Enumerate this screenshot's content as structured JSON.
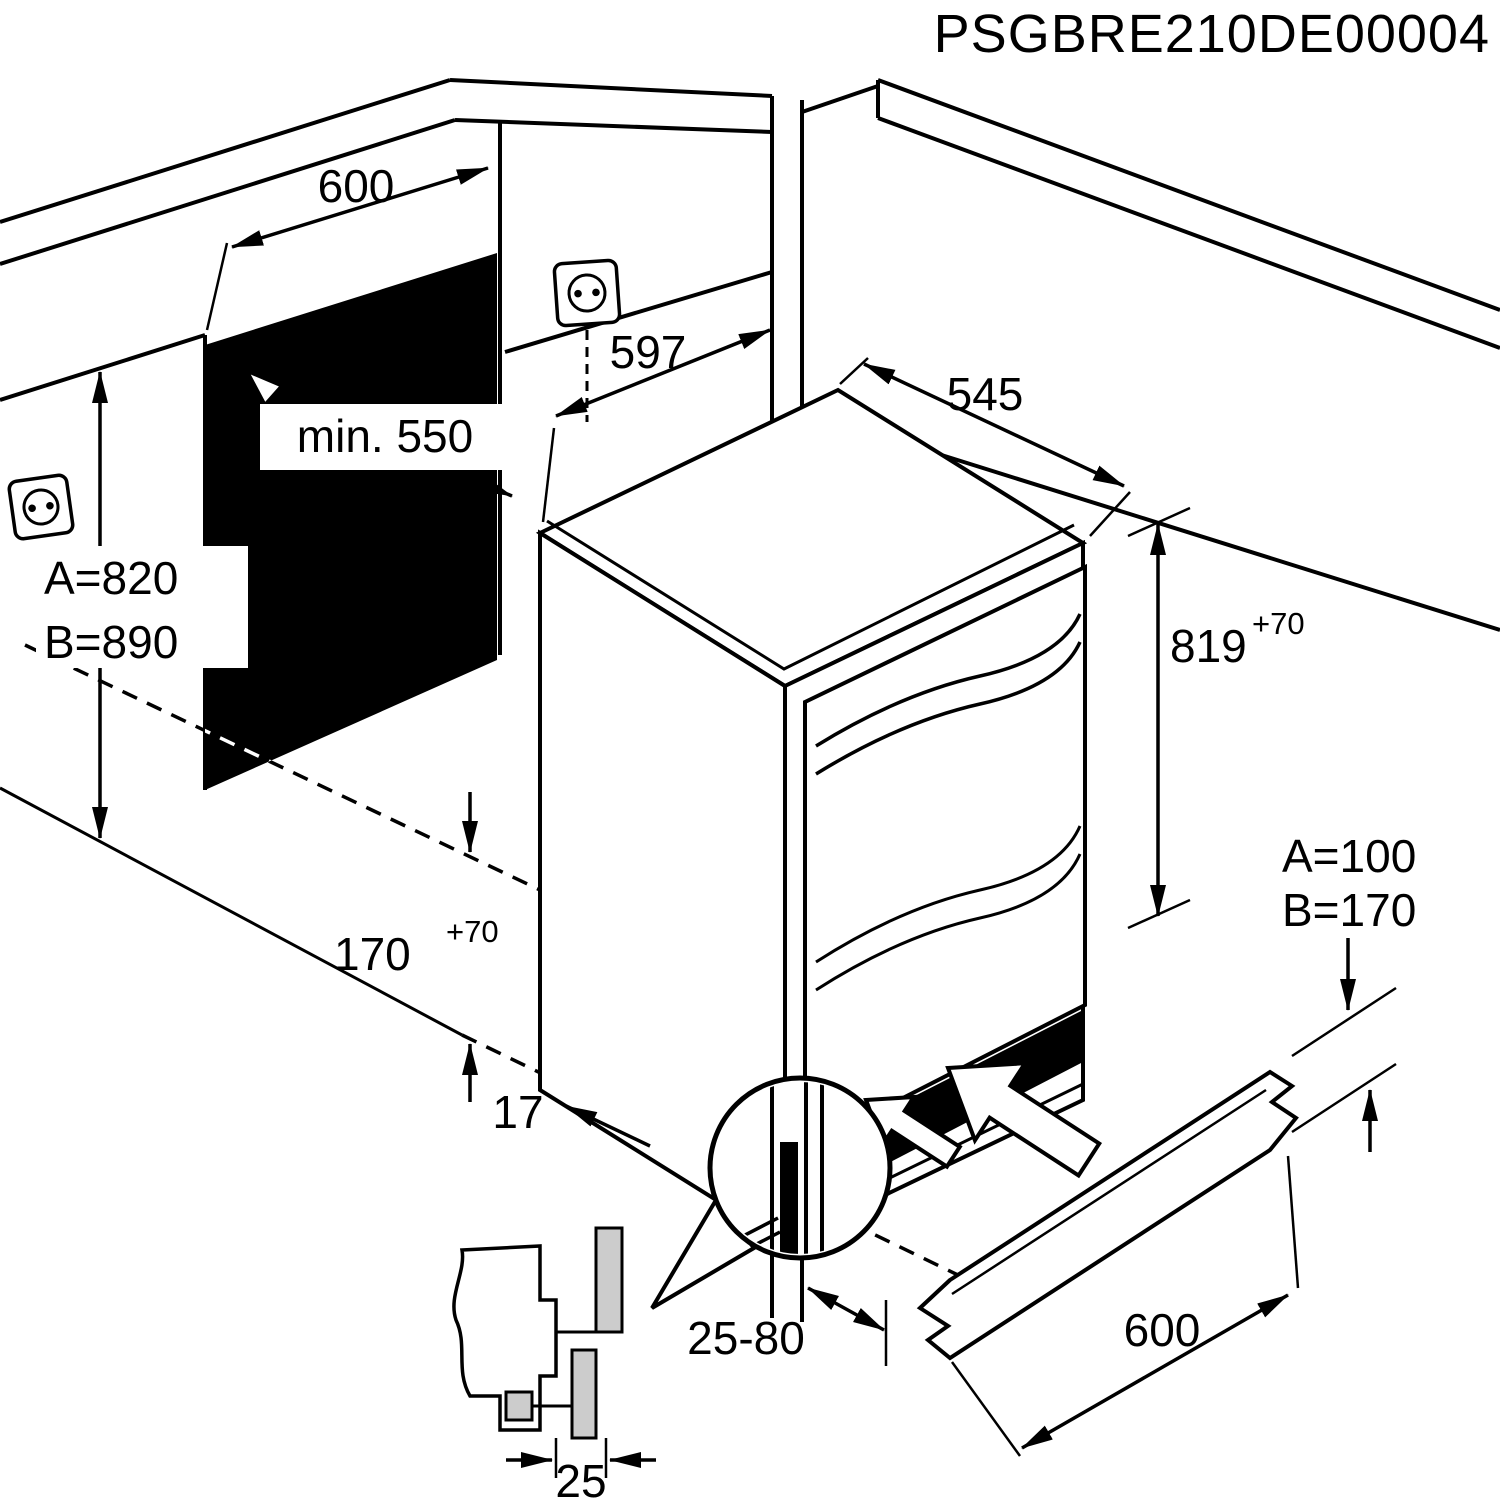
{
  "title": "PSGBRE210DE00004",
  "diagram": {
    "type": "built-under-appliance-installation-dimension-drawing",
    "dimensions": {
      "niche_width": "600",
      "niche_depth_min": "min. 550",
      "appliance_width": "597",
      "appliance_depth": "545",
      "niche_height_option_a": "A=820",
      "niche_height_option_b": "B=890",
      "appliance_height": "819",
      "appliance_height_tolerance": "+70",
      "plinth_cutout_height": "170",
      "plinth_cutout_tolerance": "+70",
      "bottom_front_gap": "17",
      "plinth_recess_option_a": "A=100",
      "plinth_recess_option_b": "B=170",
      "plinth_depth_range": "25-80",
      "plinth_board_length": "600",
      "mounting_gap": "25"
    },
    "icons": [
      "power-outlet-icon",
      "insertion-arrow-icon",
      "detail-balloon-icon",
      "dimension-arrow-icon"
    ],
    "colors": {
      "line": "#000000",
      "background": "#ffffff",
      "niche_shadow": "#000000",
      "bracket_fill": "#cccccc"
    }
  }
}
